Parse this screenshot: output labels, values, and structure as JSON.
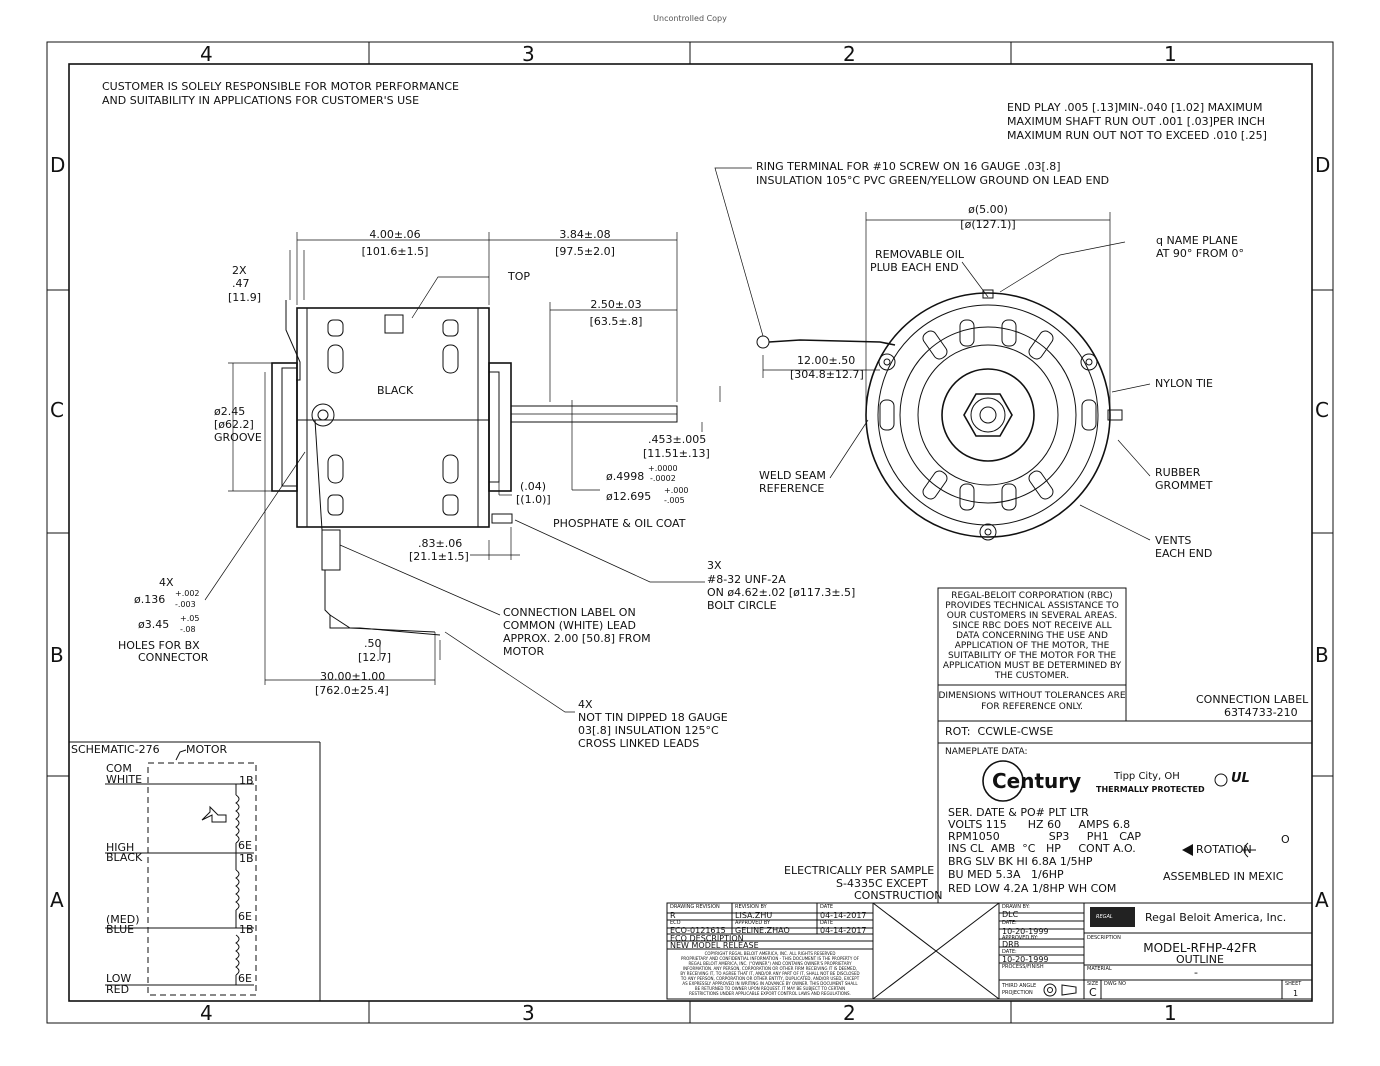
{
  "header": {
    "uncontrolled": "Uncontrolled Copy"
  },
  "zones": {
    "top": [
      "4",
      "3",
      "2",
      "1"
    ],
    "bottom": [
      "4",
      "3",
      "2",
      "1"
    ],
    "left": [
      "D",
      "C",
      "B",
      "A"
    ],
    "right": [
      "D",
      "C",
      "B",
      "A"
    ]
  },
  "notes": {
    "customer": [
      "CUSTOMER IS SOLELY RESPONSIBLE FOR MOTOR PERFORMANCE",
      "AND SUITABILITY IN APPLICATIONS FOR CUSTOMER'S USE"
    ],
    "endplay": [
      "END PLAY .005 [.13]MIN-.040 [1.02] MAXIMUM",
      "MAXIMUM SHAFT RUN OUT .001 [.03]PER INCH",
      "MAXIMUM RUN OUT NOT TO EXCEED .010 [.25]"
    ]
  },
  "side_view": {
    "top": "TOP",
    "black": "BLACK",
    "dim_400": [
      "4.00±.06",
      "[101.6±1.5]"
    ],
    "dim_384": [
      "3.84±.08",
      "[97.5±2.0]"
    ],
    "dim_2x": [
      "2X",
      ".47",
      "[11.9]"
    ],
    "dim_250": [
      "2.50±.03",
      "[63.5±.8]"
    ],
    "groove": [
      "ø2.45",
      "[ø62.2]",
      "GROOVE"
    ],
    "dim_453": [
      ".453±.005",
      "[11.51±.13]"
    ],
    "shaft_in": [
      "ø.4998",
      "+.0000",
      "-.0002"
    ],
    "shaft_mm": [
      "ø12.695",
      "+.000",
      "-.005"
    ],
    "dim_04": [
      "(.04)",
      "[(1.0)]"
    ],
    "coat": "PHOSPHATE & OIL COAT",
    "dim_83": [
      ".83±.06",
      "[21.1±1.5]"
    ],
    "holes": [
      "4X",
      "ø.136",
      "+.002",
      "-.003",
      "ø3.45",
      "+.05",
      "-.08",
      "HOLES FOR BX",
      "CONNECTOR"
    ],
    "bolt": [
      "3X",
      "#8-32 UNF-2A",
      "ON ø4.62±.02 [ø117.3±.5]",
      "BOLT CIRCLE"
    ],
    "conn_label": [
      "CONNECTION LABEL ON",
      "COMMON (WHITE) LEAD",
      "APPROX. 2.00 [50.8] FROM",
      "MOTOR"
    ],
    "dim_50": [
      ".50",
      "[12.7]"
    ],
    "dim_30": [
      "30.00±1.00",
      "[762.0±25.4]"
    ],
    "leads": [
      "4X",
      "NOT TIN DIPPED 18 GAUGE",
      "03[.8] INSULATION 125°C",
      "CROSS LINKED LEADS"
    ]
  },
  "end_view": {
    "ring": [
      "RING TERMINAL FOR #10 SCREW ON 16 GAUGE .03[.8]",
      "INSULATION 105°C PVC GREEN/YELLOW GROUND ON LEAD END"
    ],
    "dia": [
      "ø(5.00)",
      "[ø(127.1)]"
    ],
    "oil": [
      "REMOVABLE OIL",
      "PLUB EACH END"
    ],
    "nameplane": [
      "q NAME PLANE",
      "AT 90° FROM 0°"
    ],
    "dim_12": [
      "12.00±.50",
      "[304.8±12.7]"
    ],
    "nylon": "NYLON TIE",
    "weld": [
      "WELD SEAM",
      "REFERENCE"
    ],
    "grommet": [
      "RUBBER",
      "GROMMET"
    ],
    "vents": [
      "VENTS",
      "EACH END"
    ]
  },
  "rbc_note": [
    "REGAL-BELOIT CORPORATION (RBC)",
    "PROVIDES TECHNICAL ASSISTANCE TO",
    "OUR CUSTOMERS IN SEVERAL AREAS.",
    "SINCE RBC DOES NOT RECEIVE ALL",
    "DATA CONCERNING THE USE AND",
    "APPLICATION OF THE MOTOR, THE",
    "SUITABILITY OF THE MOTOR FOR THE",
    "APPLICATION MUST BE DETERMINED BY",
    "THE CUSTOMER."
  ],
  "tol_note": [
    "DIMENSIONS WITHOUT TOLERANCES ARE",
    "FOR REFERENCE ONLY."
  ],
  "connection_label": [
    "CONNECTION LABEL",
    "63T4733-210"
  ],
  "rot": "ROT:  CCWLE-CWSE",
  "nameplate": {
    "title": "NAMEPLATE DATA:",
    "brand": "Century",
    "city": "Tipp City, OH",
    "protected": "THERMALLY PROTECTED",
    "ul": "UL",
    "lines": [
      "SER. DATE & PO# PLT LTR",
      "VOLTS 115      HZ 60     AMPS 6.8",
      "RPM1050              SP3     PH1   CAP",
      "INS CL  AMB  °C   HP     CONT A.O.",
      "BRG SLV BK HI 6.8A 1/5HP",
      "BU MED 5.3A   1/6HP",
      "RED LOW 4.2A 1/8HP WH COM"
    ],
    "rotation": "ROTATION",
    "o": "O",
    "assembled": "ASSEMBLED IN MEXIC"
  },
  "elec": [
    "ELECTRICALLY PER SAMPLE",
    "S-4335C EXCEPT",
    "CONSTRUCTION"
  ],
  "schematic": {
    "title": "SCHEMATIC-276",
    "motor": "MOTOR",
    "labels": [
      "COM",
      "WHITE",
      "HIGH",
      "BLACK",
      "(MED)",
      "BLUE",
      "LOW",
      "RED"
    ],
    "terms": [
      "1B",
      "6E",
      "1B",
      "6E",
      "1B",
      "6E"
    ]
  },
  "revision_block": {
    "h1": "DRAWING REVISION",
    "h2": "REVISION BY",
    "h3": "DATE",
    "rev": "R",
    "rev_by": "LISA.ZHU",
    "rev_date": "04-14-2017",
    "eco_h": "ECO",
    "appr_h": "APPROVED BY",
    "date_h": "DATE",
    "eco": "ECO-0121615",
    "appr": "GELINE.ZHAO",
    "appr_date": "04-14-2017",
    "desc_h": "ECO DESCRIPTION",
    "desc": "NEW MODEL RELEASE",
    "copyright": [
      "COPYRIGHT REGAL BELOIT AMERICA, INC. ALL RIGHTS RESERVED",
      "PROPRIETARY AND CONFIDENTIAL INFORMATION - THIS DOCUMENT IS THE PROPERTY OF",
      "REGAL BELOIT AMERICA, INC. (\"OWNER\") AND CONTAINS OWNER'S PROPRIETARY",
      "INFORMATION. ANY PERSON, CORPORATION OR OTHER FIRM RECEIVING IT IS DEEMED,",
      "BY RECEIVING IT, TO AGREE THAT IT, AND/OR ANY PART OF IT, SHALL NOT BE DISCLOSED",
      "TO ANY PERSON, CORPORATION OR OTHER ENTITY, DUPLICATED, AND/OR USED, EXCEPT",
      "AS EXPRESSLY APPROVED IN WRITING IN ADVANCE BY OWNER. THIS DOCUMENT SHALL",
      "BE RETURNED TO OWNER UPON REQUEST. IT MAY BE SUBJECT TO CERTAIN",
      "RESTRICTIONS UNDER APPLICABLE EXPORT CONTROL LAWS AND REGULATIONS."
    ]
  },
  "title_block": {
    "drawn_h": "DRAWN BY:",
    "drawn": "DLC",
    "date_h1": "DATE:",
    "date1": "10-20-1999",
    "approved_h": "APPROVED BY:",
    "approved": "DRB",
    "date_h2": "DATE:",
    "date2": "10-20-1999",
    "process_h": "PROCESS/FINISH",
    "third_angle": [
      "THIRD ANGLE",
      "PROJECTION"
    ],
    "company": "Regal Beloit America, Inc.",
    "logo": "REGAL",
    "desc_h": "DESCRIPTION",
    "model": "MODEL-RFHP-42FR",
    "outline": "OUTLINE",
    "material_h": "MATERIAL",
    "material": "-",
    "size_h": "SIZE",
    "size": "C",
    "dwg_h": "DWG NO",
    "sheet_h": "SHEET",
    "sheet": "1"
  }
}
